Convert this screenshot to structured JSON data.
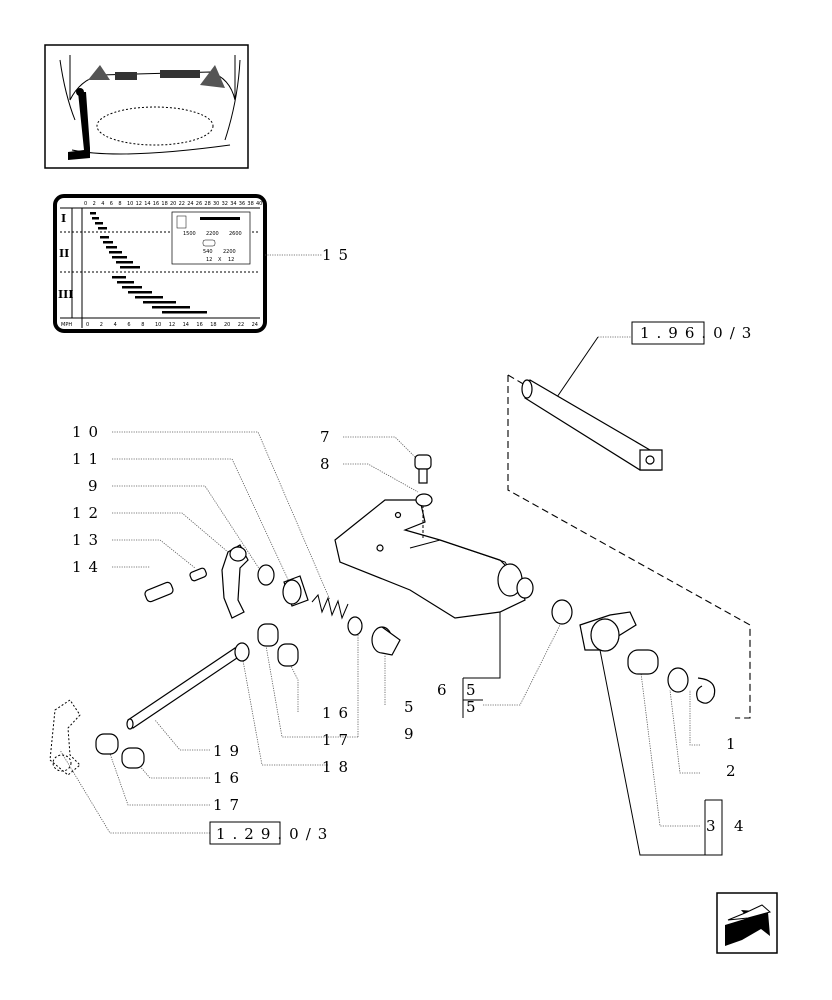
{
  "diagram": {
    "callouts": {
      "c1": "1",
      "c2": "2",
      "c3_4": "3",
      "c4": "4",
      "c5a": "5",
      "c5b": "5",
      "c6": "6",
      "c7": "7",
      "c8": "8",
      "c9a": "9",
      "c9b": "9",
      "c10": "10",
      "c11": "11",
      "c12": "12",
      "c13": "13",
      "c14": "14",
      "c15": "15",
      "c16a": "16",
      "c16b": "16",
      "c17a": "17",
      "c17b": "17",
      "c18": "18",
      "c19": "19"
    },
    "references": {
      "ref_top": "1.96.0/3",
      "ref_bottom": "1.29.0/3"
    }
  },
  "gear_chart": {
    "top_scale": [
      "0",
      "2",
      "4",
      "6",
      "8",
      "10",
      "12",
      "14",
      "16",
      "18",
      "20",
      "22",
      "24",
      "26",
      "28",
      "30",
      "32",
      "34",
      "36",
      "38",
      "40"
    ],
    "bottom_scale": [
      "0",
      "2",
      "4",
      "6",
      "8",
      "10",
      "12",
      "14",
      "16",
      "18",
      "20",
      "22",
      "24"
    ],
    "bottom_unit": "MPH",
    "ranges": [
      "I",
      "II",
      "III"
    ],
    "info_lines": [
      "1500",
      "2200",
      "2600",
      "540",
      "2200",
      "12",
      "X",
      "12"
    ]
  },
  "icons": [
    "tractor-location-thumbnail",
    "next-page-arrow-icon"
  ]
}
